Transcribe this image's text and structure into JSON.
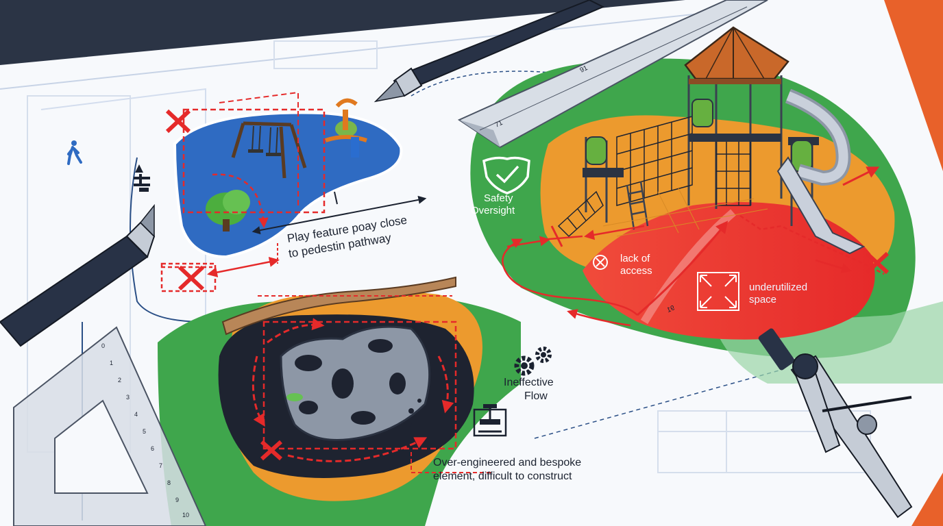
{
  "labels": {
    "play_feature_line1": "Play feature poay close",
    "play_feature_line2": "to pedestin pathway",
    "safety_line1": "Safety",
    "safety_line2": "Oversight",
    "lack_line1": "lack of",
    "lack_line2": "access",
    "under_line1": "underutilized",
    "under_line2": "space",
    "flow_line1": "Ineffective",
    "flow_line2": "Flow",
    "over_line1": "Over-engineered and bespoke",
    "over_line2": "element, difficult to construct"
  },
  "ruler_ticks": [
    "91",
    "91",
    "71"
  ],
  "triangle_ticks": [
    "0",
    "1",
    "2",
    "3",
    "4",
    "5",
    "6",
    "7",
    "8",
    "9",
    "10"
  ],
  "icons": [
    "pedestrian-icon",
    "shield-check-icon",
    "cross-circle-icon",
    "expand-arrows-icon",
    "gears-icon",
    "anvil-icon",
    "x-mark-icon"
  ],
  "colors": {
    "paper": "#f7f9fc",
    "blueprint_line": "#2a4f86",
    "plan_blue": "#2f6bc2",
    "grass_green": "#3fa64c",
    "orange_surface": "#ec9a2e",
    "red_zone": "#ee3131",
    "warning_red": "#e52a2a",
    "dark_pad": "#1e2330",
    "frame_grey": "#8d97a6",
    "canopy_brown": "#c9682a"
  }
}
